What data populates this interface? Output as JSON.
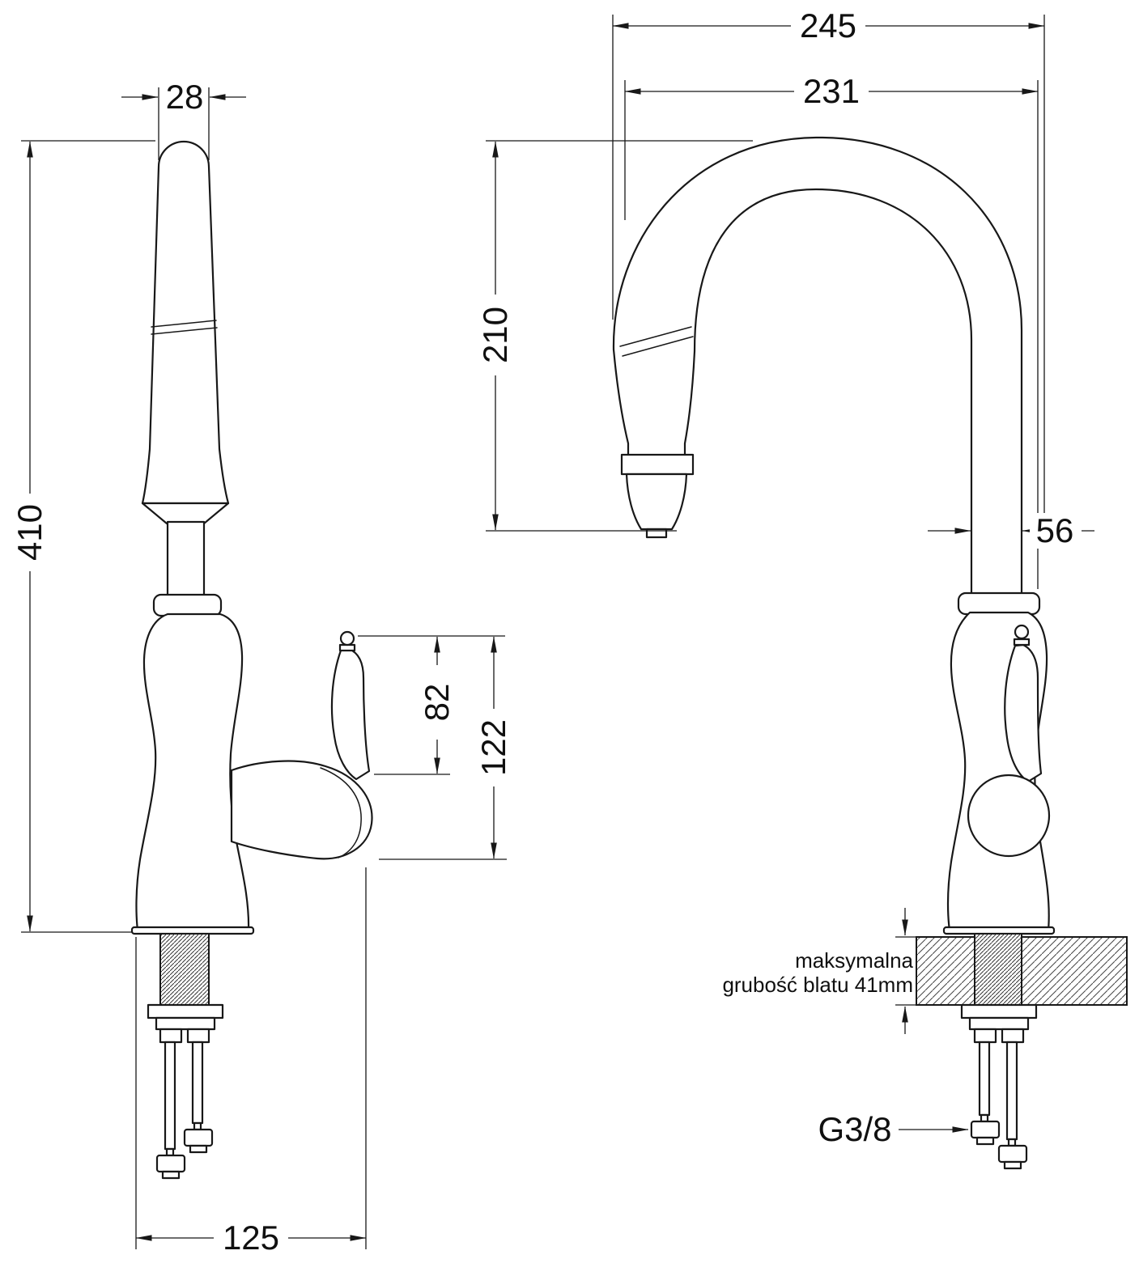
{
  "diagram": {
    "labels": {
      "dim_28": "28",
      "dim_410": "410",
      "dim_82": "82",
      "dim_122": "122",
      "dim_125": "125",
      "dim_245": "245",
      "dim_231": "231",
      "dim_210": "210",
      "dim_56": "56",
      "thread_size": "G3/8",
      "note_line1": "maksymalna",
      "note_line2": "grubość blatu 41mm"
    },
    "colors": {
      "line": "#181818",
      "background": "#ffffff"
    }
  }
}
